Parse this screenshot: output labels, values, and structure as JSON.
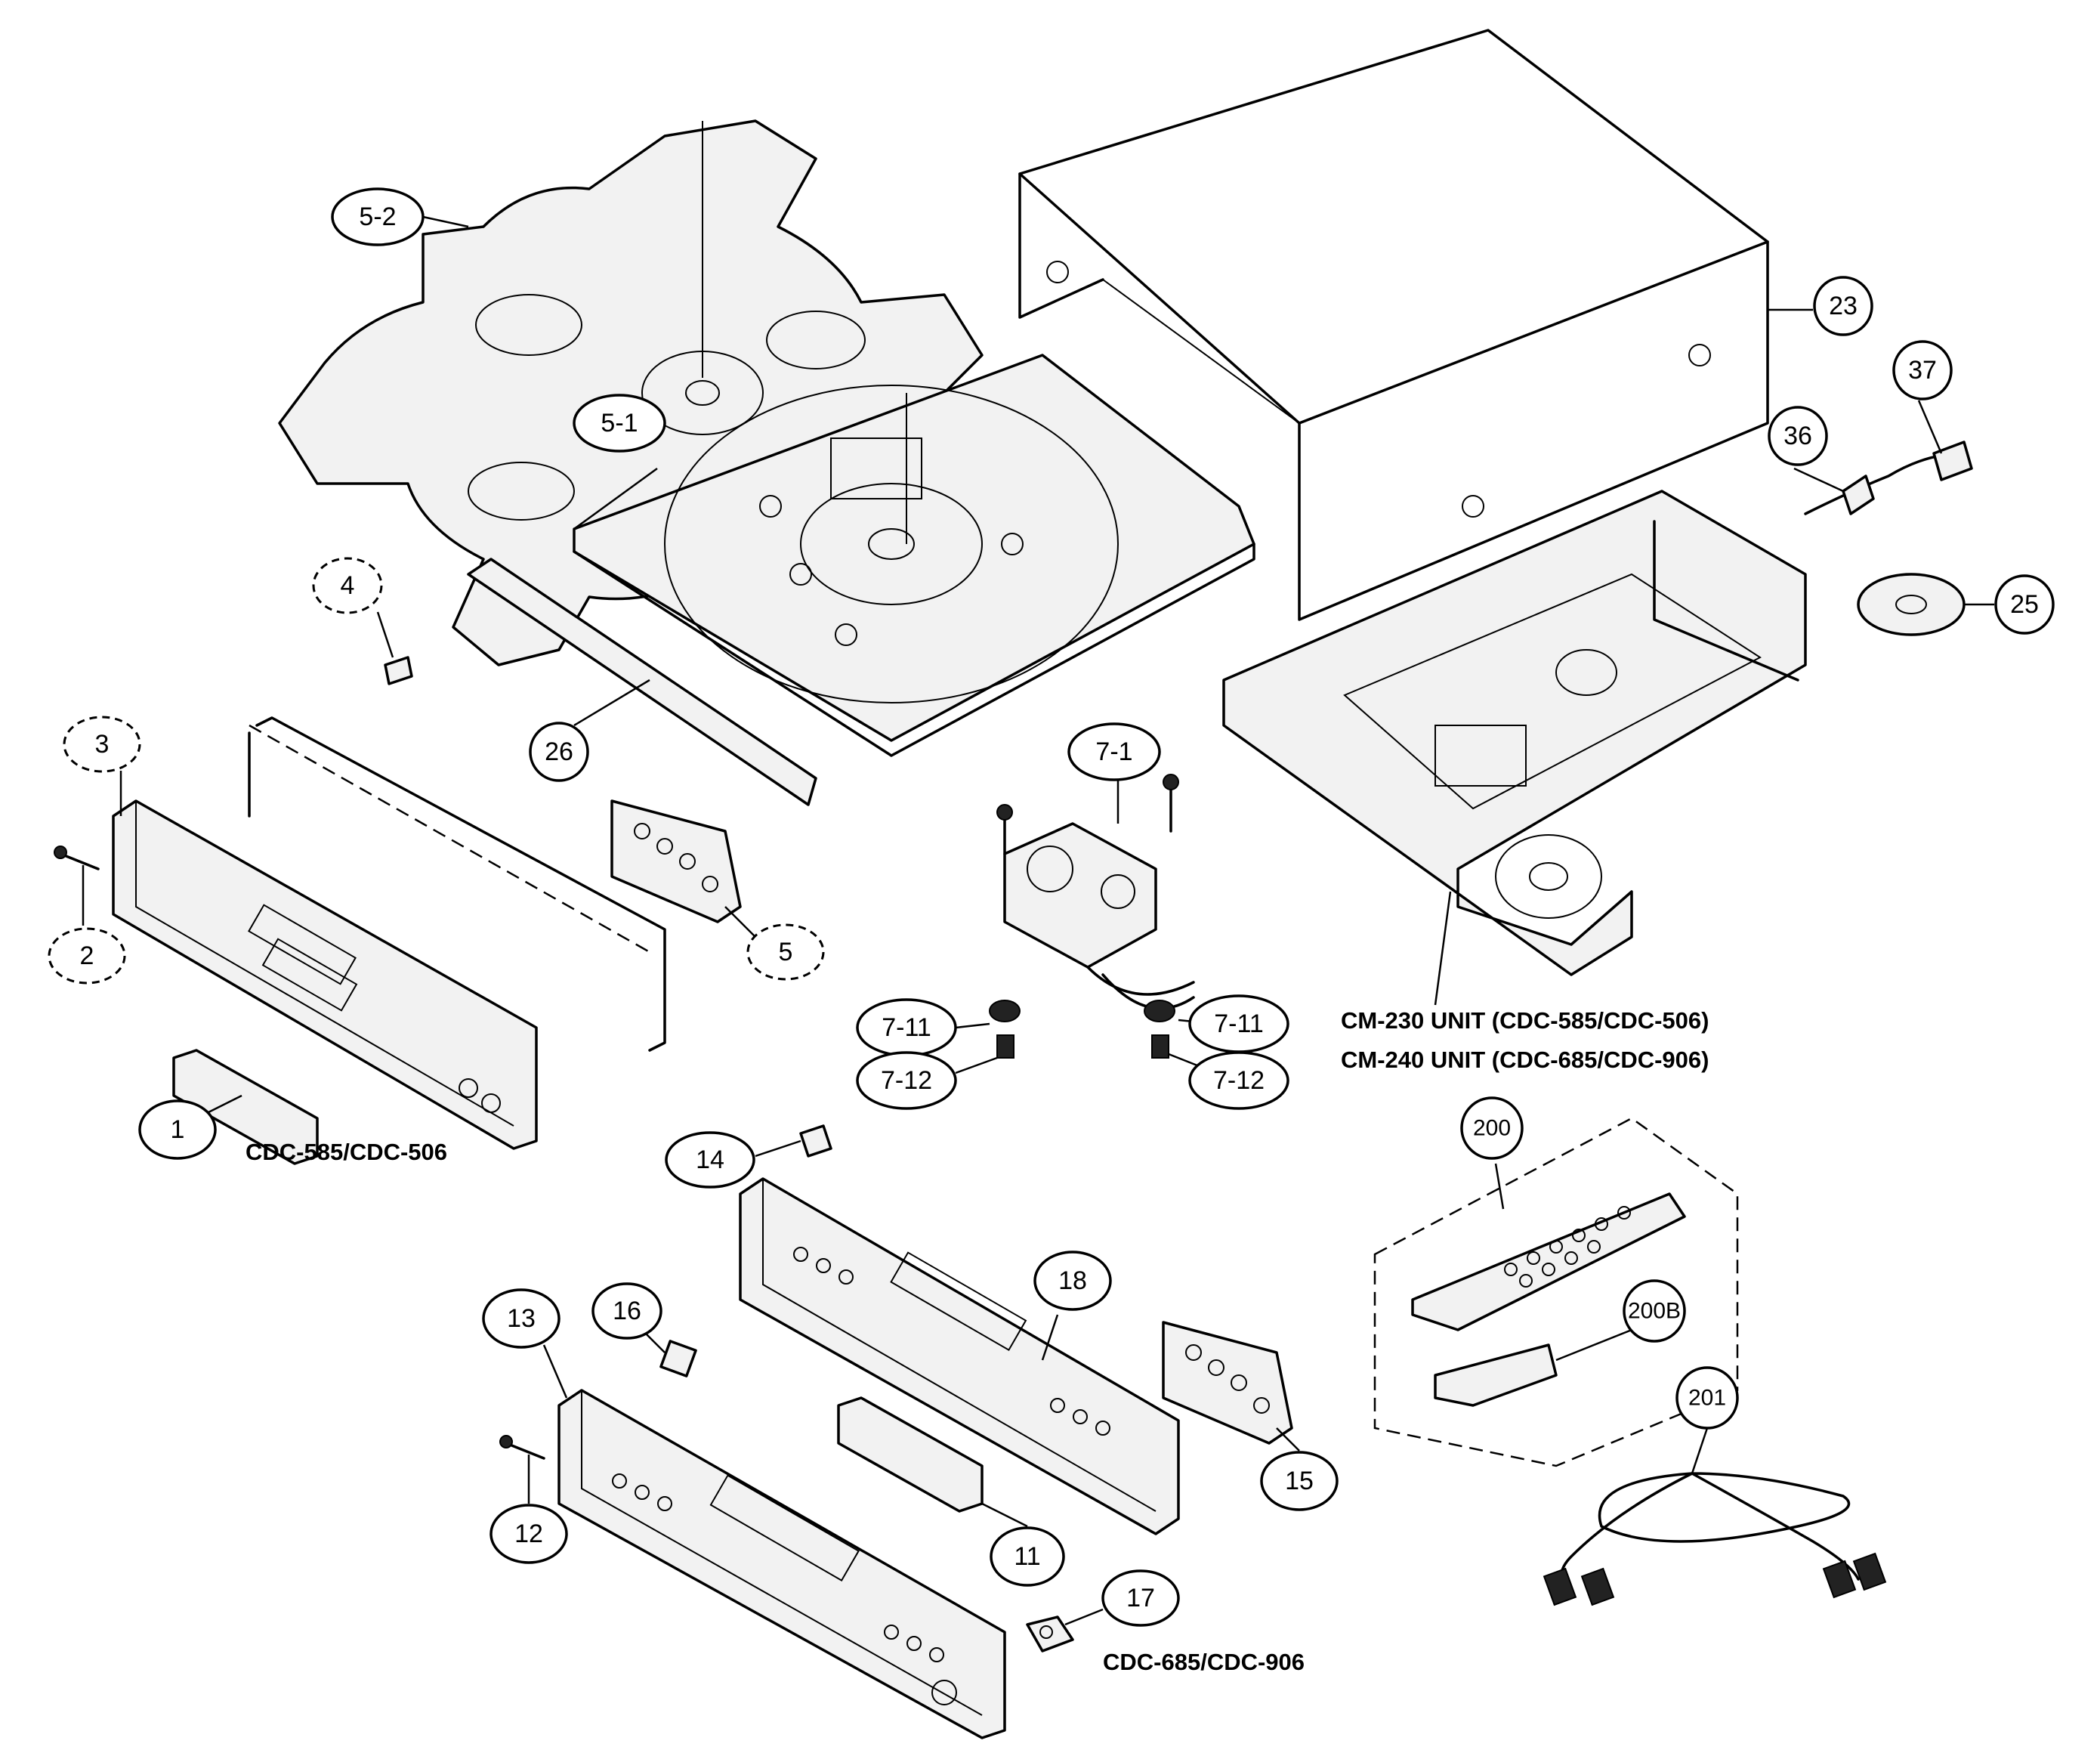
{
  "diagram": {
    "callouts": [
      {
        "id": "c-5-2",
        "label": "5-2"
      },
      {
        "id": "c-23",
        "label": "23"
      },
      {
        "id": "c-37",
        "label": "37"
      },
      {
        "id": "c-36",
        "label": "36"
      },
      {
        "id": "c-5-1",
        "label": "5-1"
      },
      {
        "id": "c-25",
        "label": "25"
      },
      {
        "id": "c-4",
        "label": "4"
      },
      {
        "id": "c-3",
        "label": "3"
      },
      {
        "id": "c-26",
        "label": "26"
      },
      {
        "id": "c-7-1",
        "label": "7-1"
      },
      {
        "id": "c-2",
        "label": "2"
      },
      {
        "id": "c-5",
        "label": "5"
      },
      {
        "id": "c-7-11a",
        "label": "7-11"
      },
      {
        "id": "c-7-11b",
        "label": "7-11"
      },
      {
        "id": "c-7-12a",
        "label": "7-12"
      },
      {
        "id": "c-7-12b",
        "label": "7-12"
      },
      {
        "id": "c-1",
        "label": "1"
      },
      {
        "id": "c-14",
        "label": "14"
      },
      {
        "id": "c-200",
        "label": "200"
      },
      {
        "id": "c-18",
        "label": "18"
      },
      {
        "id": "c-13",
        "label": "13"
      },
      {
        "id": "c-16",
        "label": "16"
      },
      {
        "id": "c-200B",
        "label": "200B"
      },
      {
        "id": "c-201",
        "label": "201"
      },
      {
        "id": "c-15",
        "label": "15"
      },
      {
        "id": "c-11",
        "label": "11"
      },
      {
        "id": "c-12",
        "label": "12"
      },
      {
        "id": "c-17",
        "label": "17"
      }
    ],
    "captions": {
      "cm230": "CM-230 UNIT (CDC-585/CDC-506)",
      "cm240": "CM-240 UNIT (CDC-685/CDC-906)",
      "front_585": "CDC-585/CDC-506",
      "front_685": "CDC-685/CDC-906"
    }
  }
}
